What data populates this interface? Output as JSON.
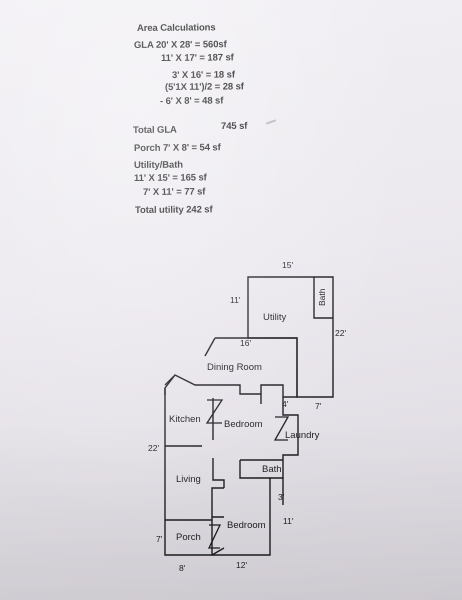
{
  "area_calculations": {
    "heading": "Area Calculations",
    "lines": [
      "GLA 20' X 28' = 560sf",
      "11' X 17' = 187 sf",
      "3' X 16' = 18 sf",
      "(5'1X 11')/2 = 28 sf",
      "- 6' X 8' = 48 sf",
      "Total GLA",
      "745 sf",
      "Porch 7' X 8' = 54 sf",
      "Utility/Bath",
      "11' X 15' = 165 sf",
      "7' X 11' = 77 sf",
      "Total utility 242 sf"
    ]
  },
  "floor_plan": {
    "rooms": {
      "utility": "Utility",
      "bath_top": "Bath",
      "dining_room": "Dining Room",
      "kitchen": "Kitchen",
      "bedroom_1": "Bedroom",
      "laundry": "Laundry",
      "bath": "Bath",
      "living": "Living",
      "bedroom_2": "Bedroom",
      "porch": "Porch"
    },
    "dimensions": {
      "top_15": "15'",
      "left_11": "11'",
      "right_22": "22'",
      "dining_16": "16'",
      "closet_4": "4'",
      "right_7": "7'",
      "left_22": "22'",
      "bath_3": "3'",
      "bedroom_11": "11'",
      "porch_7": "7'",
      "porch_8": "8'",
      "bottom_12": "12'"
    }
  }
}
